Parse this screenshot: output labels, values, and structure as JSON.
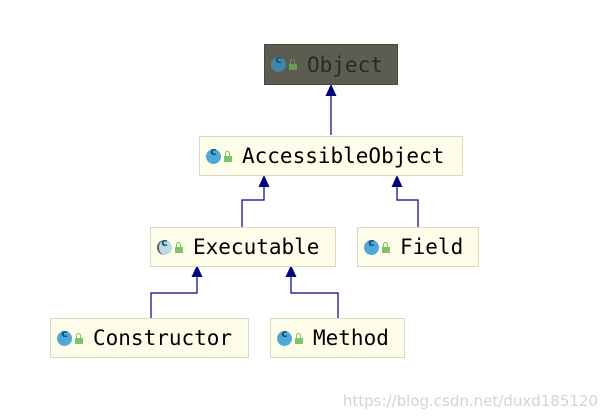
{
  "diagram": {
    "nodes": {
      "object": "Object",
      "accessible_object": "AccessibleObject",
      "executable": "Executable",
      "field": "Field",
      "constructor": "Constructor",
      "method": "Method"
    },
    "selected_node": "Object",
    "edges": [
      {
        "from": "AccessibleObject",
        "to": "Object"
      },
      {
        "from": "Executable",
        "to": "AccessibleObject"
      },
      {
        "from": "Field",
        "to": "AccessibleObject"
      },
      {
        "from": "Constructor",
        "to": "Executable"
      },
      {
        "from": "Method",
        "to": "Executable"
      }
    ],
    "colors": {
      "node_fill": "#fdfde9",
      "selected_fill": "#5c5c50",
      "edge": "#000080",
      "class_icon": "#4ea8d9",
      "public_icon": "#7ec36a"
    }
  },
  "watermark": "https://blog.csdn.net/duxd185120"
}
